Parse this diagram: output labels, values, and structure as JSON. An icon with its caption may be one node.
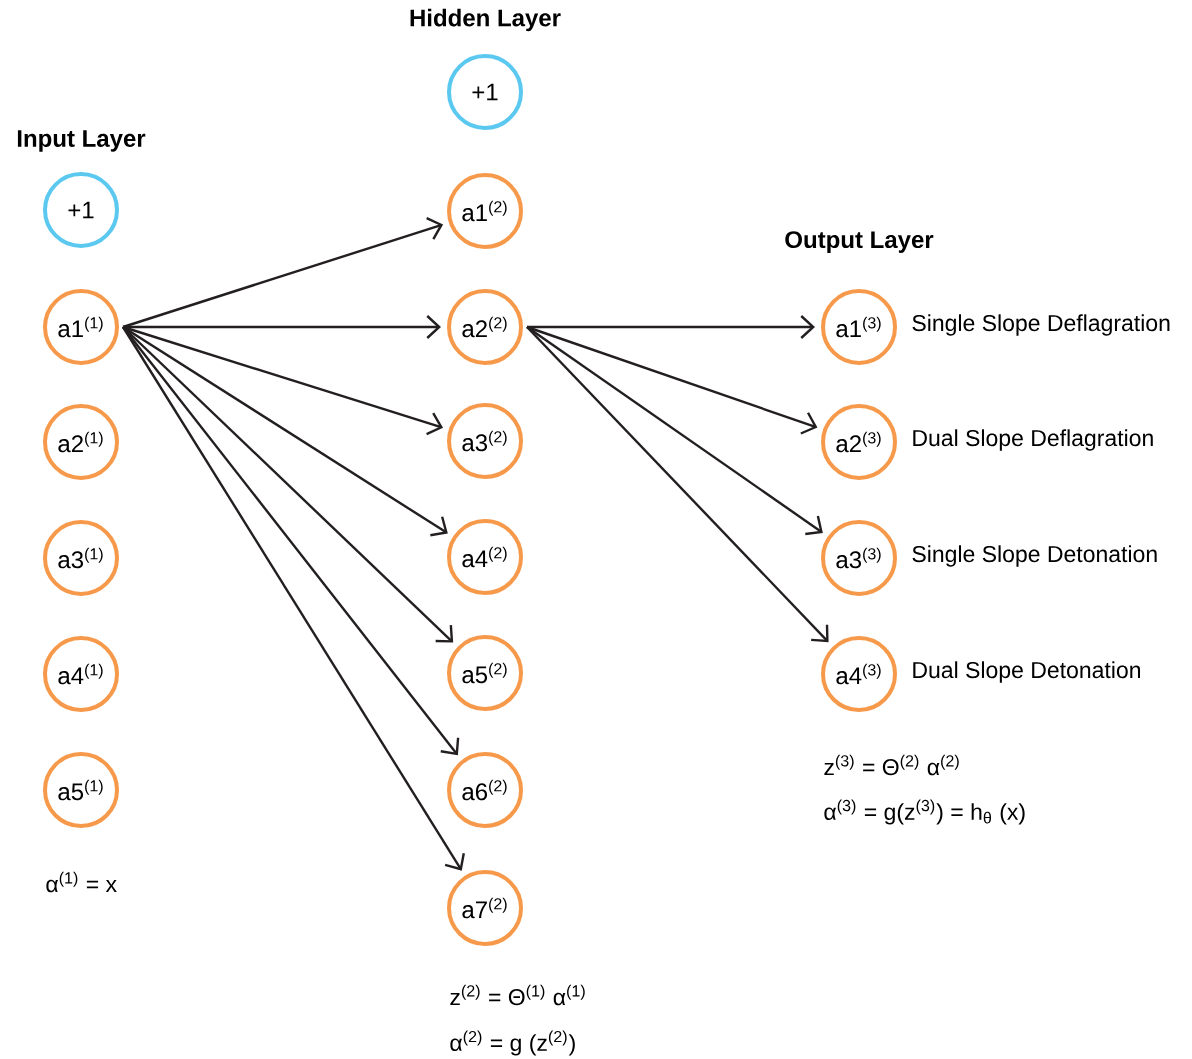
{
  "diagram": {
    "nodes": [
      {
        "text": [
          "+1"
        ]
      },
      {
        "text": [
          "a1$^{(1)}$"
        ]
      },
      {
        "text": [
          "a2$^{(1)}$"
        ]
      },
      {
        "text": [
          "a3$^{(1)}$"
        ]
      },
      {
        "text": [
          "a4$^{(1)}$"
        ]
      },
      {
        "text": [
          "a5$^{(1)}$"
        ]
      },
      {
        "text": [
          "+1"
        ]
      },
      {
        "text": [
          "a1$^{(2)}$"
        ]
      },
      {
        "text": [
          "a2$^{(2)}$"
        ]
      },
      {
        "text": [
          "a3$^{(2)}$"
        ]
      },
      {
        "text": [
          "a4$^{(2)}$"
        ]
      },
      {
        "text": [
          "a5$^{(2)}$"
        ]
      },
      {
        "text": [
          "a6$^{(2)}$"
        ]
      },
      {
        "text": [
          "a7$^{(2)}$"
        ]
      },
      {
        "text": [
          "a1$^{(3)}$"
        ],
        "beside": [
          "Single Slope Deflagration"
        ]
      },
      {
        "text": [
          "a2$^{(3)}$"
        ],
        "beside": [
          "Dual Slope Deflagration"
        ]
      },
      {
        "text": [
          "a3$^{(3)}$"
        ],
        "beside": [
          "Single Slope Detonation"
        ]
      },
      {
        "text": [
          "a4$^{(3)}$"
        ],
        "beside": [
          "Dual Slope Detonation"
        ]
      }
    ],
    "edges": [
      {
        "from": 1,
        "to": 7,
        "arrow": "to"
      },
      {
        "from": 1,
        "to": 8,
        "arrow": "to"
      },
      {
        "from": 1,
        "to": 9,
        "arrow": "to"
      },
      {
        "from": 1,
        "to": 10,
        "arrow": "to"
      },
      {
        "from": 1,
        "to": 11,
        "arrow": "to"
      },
      {
        "from": 1,
        "to": 12,
        "arrow": "to"
      },
      {
        "from": 1,
        "to": 13,
        "arrow": "to"
      },
      {
        "from": 8,
        "to": 14,
        "arrow": "to"
      },
      {
        "from": 8,
        "to": 15,
        "arrow": "to"
      },
      {
        "from": 8,
        "to": 16,
        "arrow": "to"
      },
      {
        "from": 8,
        "to": 17,
        "arrow": "to"
      }
    ],
    "labels": [
      "Hidden Layer",
      "Input Layer",
      "Output Layer",
      "z$^{(3)}$ = Θ$^{(2)}$ α$^{(2)}$",
      "α$^{(3)}$ = g(z$^{(3)}$) = h$_{θ}$ (x)",
      "α$^{(1)}$ = x",
      "z$^{(2)}$ = Θ$^{(1)}$ α$^{(1)}$",
      "α$^{(2)}$ = g (z$^{(2)}$)"
    ]
  }
}
